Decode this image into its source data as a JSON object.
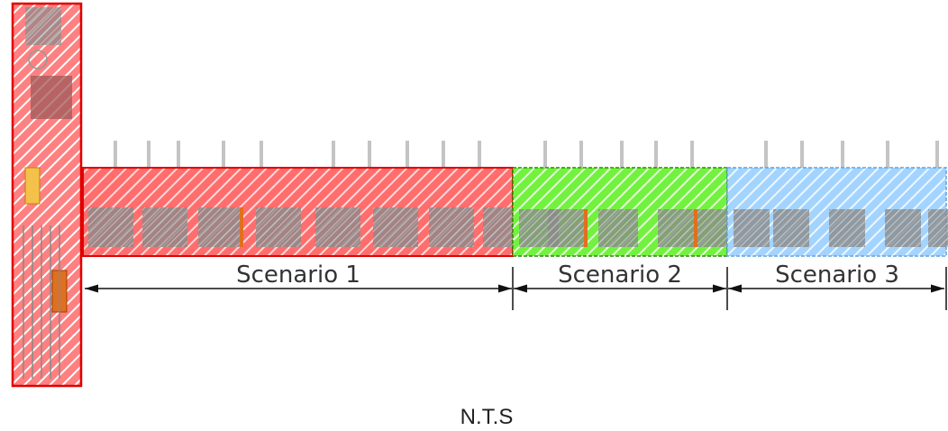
{
  "diagram": {
    "scenarios": [
      {
        "label": "Scenario 1",
        "fill": "#ff0000",
        "stroke": "#e00000"
      },
      {
        "label": "Scenario 2",
        "fill": "#44ee00",
        "stroke": "#228800"
      },
      {
        "label": "Scenario 3",
        "fill": "#88c8ff",
        "stroke": "#5aa0e0"
      }
    ],
    "scale_note": "N.T.S",
    "colors": {
      "vertical_strip": "#ff0000",
      "hatch": "#ffffff",
      "dimension_line": "#111111",
      "building_block": "#8a8a8a",
      "accent_block": "#e07020"
    }
  }
}
